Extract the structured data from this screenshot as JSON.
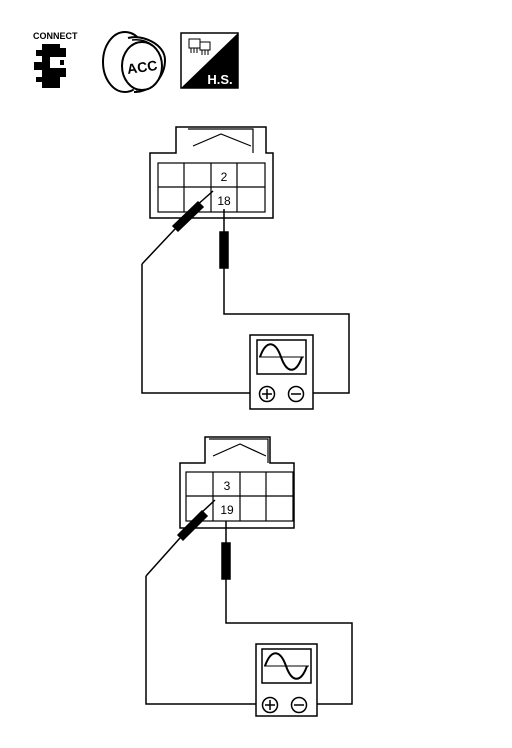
{
  "header_icons": {
    "connect": {
      "label": "CONNECT",
      "icon": "connector-icon"
    },
    "ignition": {
      "label": "ACC",
      "icon": "ignition-key-acc-icon"
    },
    "harness": {
      "label": "H.S.",
      "icon": "harness-side-icon"
    }
  },
  "diagrams": [
    {
      "upper_terminal": "2",
      "lower_terminal": "18",
      "meter_icon": "oscilloscope-icon"
    },
    {
      "upper_terminal": "3",
      "lower_terminal": "19",
      "meter_icon": "oscilloscope-icon"
    }
  ],
  "meter": {
    "plus_symbol": "+",
    "minus_symbol": "−"
  }
}
